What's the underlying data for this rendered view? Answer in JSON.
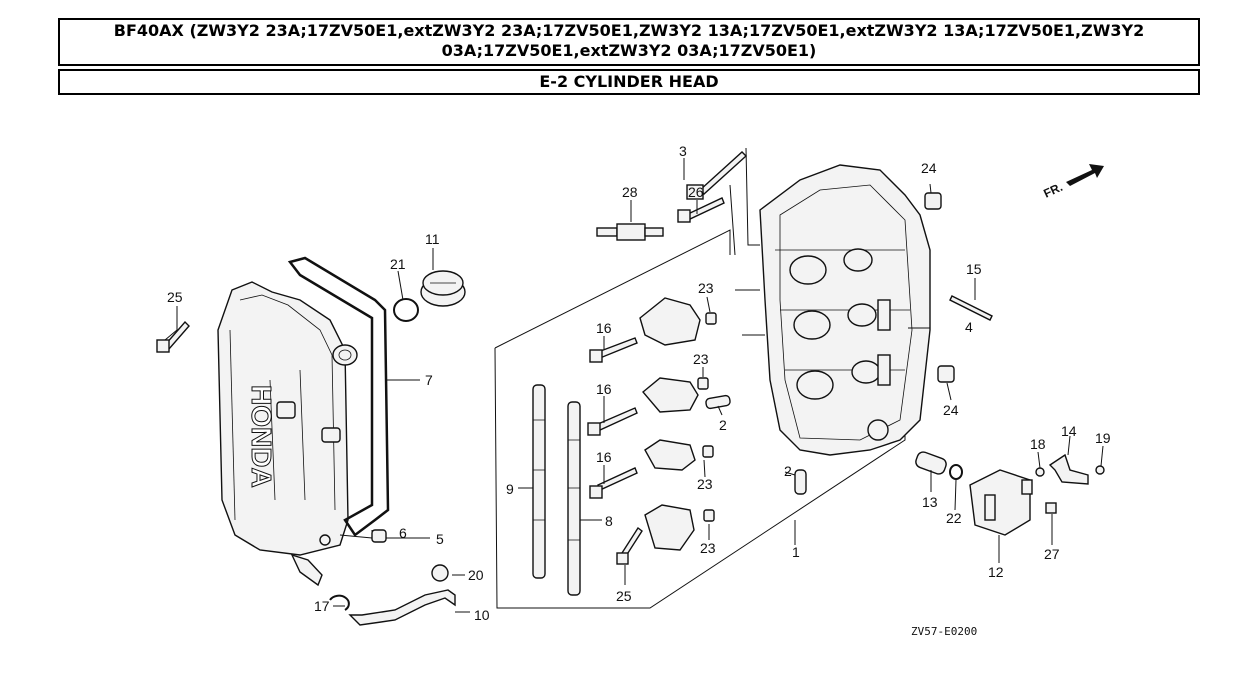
{
  "header": {
    "model_text": "BF40AX (ZW3Y2 23A;17ZV50E1,extZW3Y2 23A;17ZV50E1,ZW3Y2 13A;17ZV50E1,extZW3Y2 13A;17ZV50E1,ZW3Y2 03A;17ZV50E1,extZW3Y2 03A;17ZV50E1)",
    "section_title": "E-2 CYLINDER HEAD"
  },
  "diagram": {
    "brand_text": "HONDA",
    "direction_label": "FR.",
    "drawing_code": "ZV57-E0200",
    "callouts": [
      "1",
      "2",
      "2",
      "3",
      "4",
      "5",
      "6",
      "7",
      "8",
      "9",
      "10",
      "11",
      "12",
      "13",
      "14",
      "15",
      "16",
      "16",
      "16",
      "17",
      "18",
      "19",
      "20",
      "21",
      "22",
      "23",
      "23",
      "23",
      "23",
      "24",
      "24",
      "25",
      "25",
      "26",
      "27",
      "28"
    ]
  }
}
